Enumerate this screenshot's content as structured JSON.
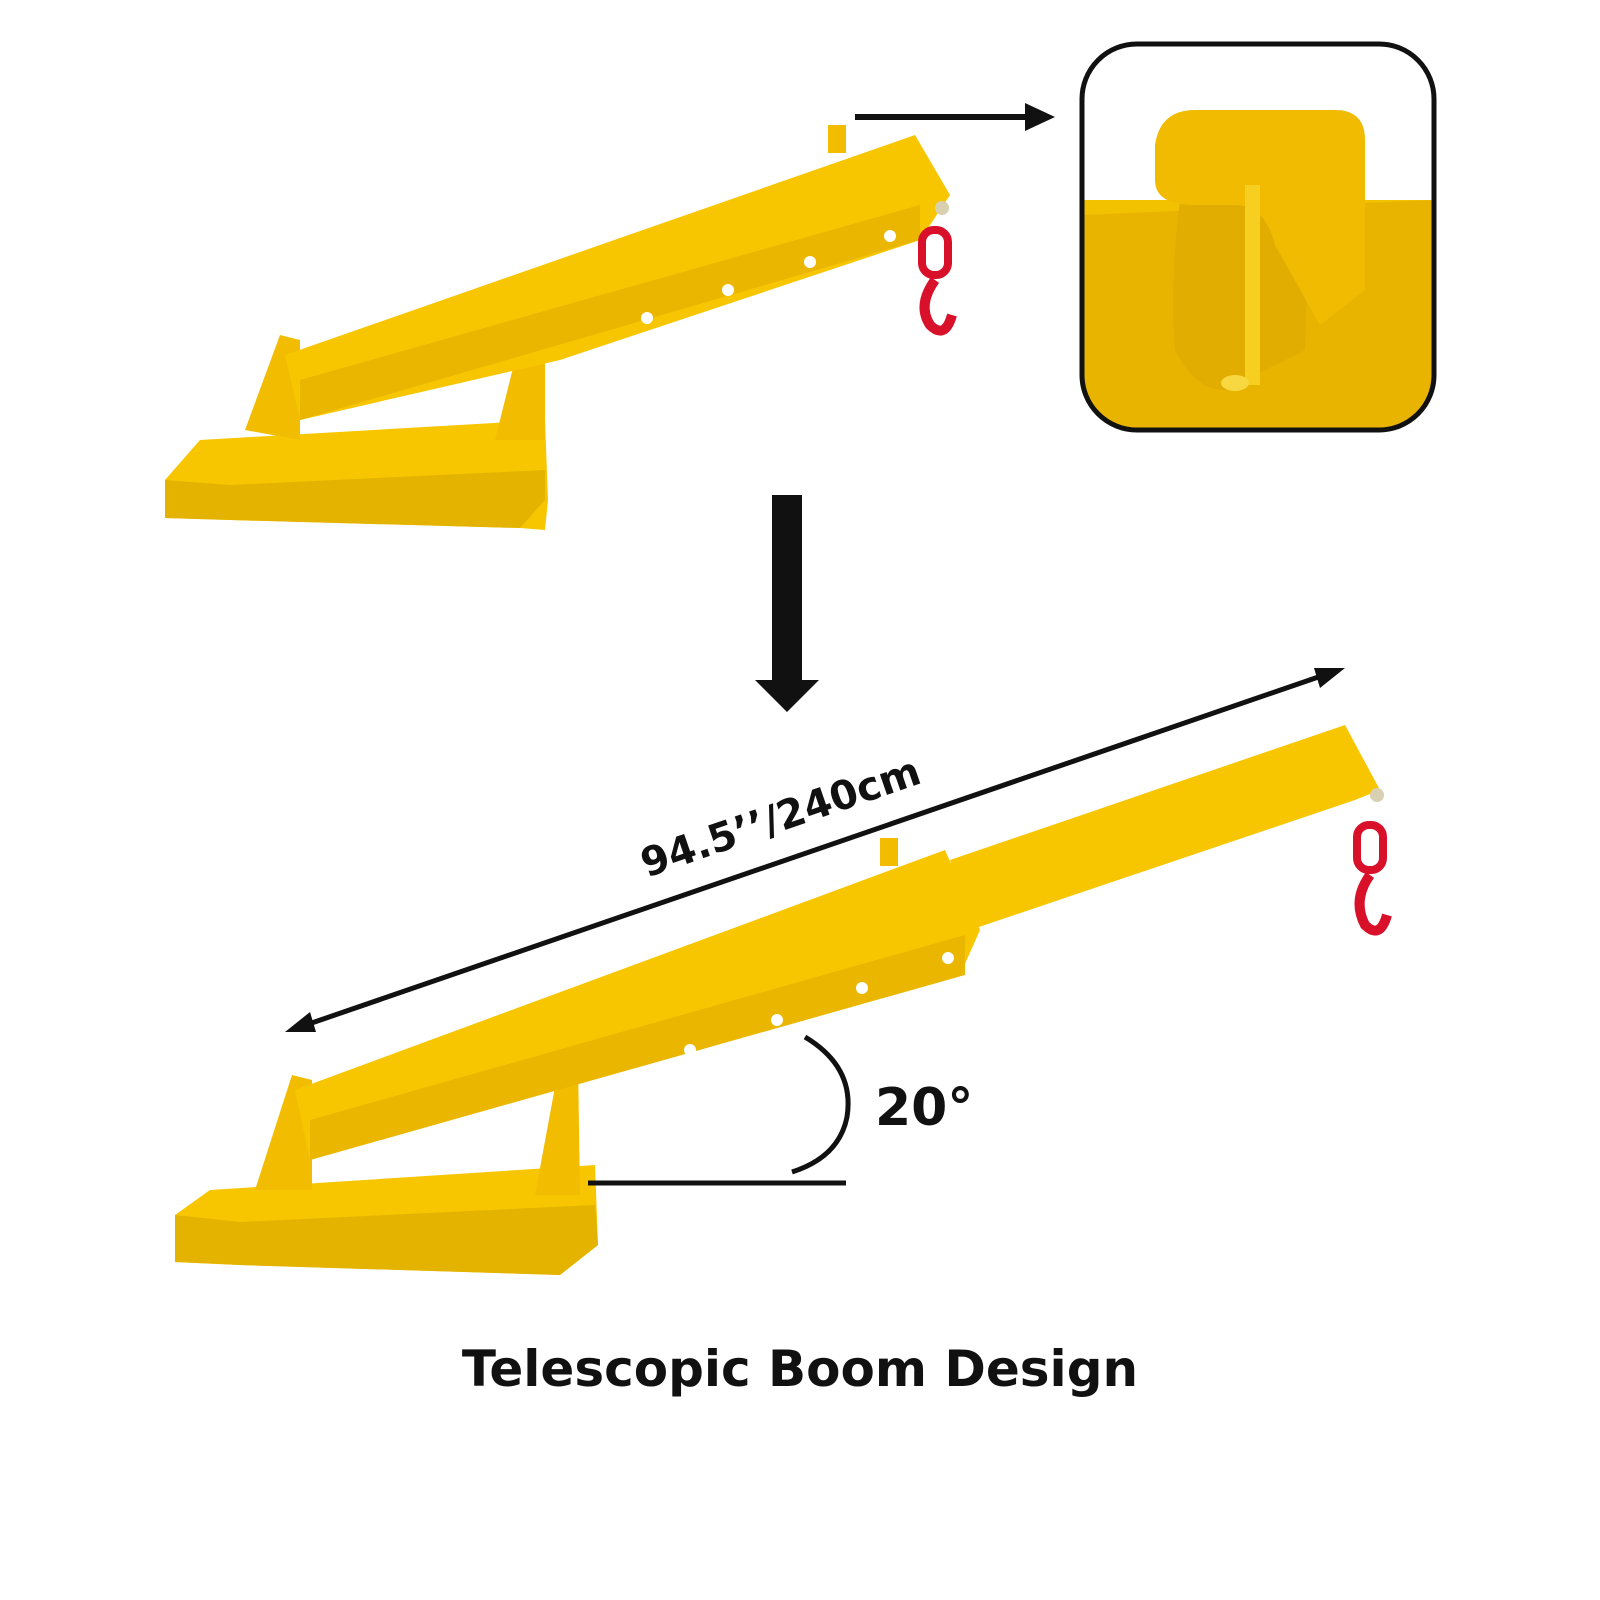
{
  "dimension": {
    "length_label": "94.5’’/240cm"
  },
  "angle": {
    "label": "20°",
    "degrees": 20
  },
  "caption": "Telescopic Boom Design",
  "colors": {
    "boom": "#f7c600",
    "boom_shadow": "#d9a800",
    "hook": "#d8102a",
    "line": "#111111"
  }
}
